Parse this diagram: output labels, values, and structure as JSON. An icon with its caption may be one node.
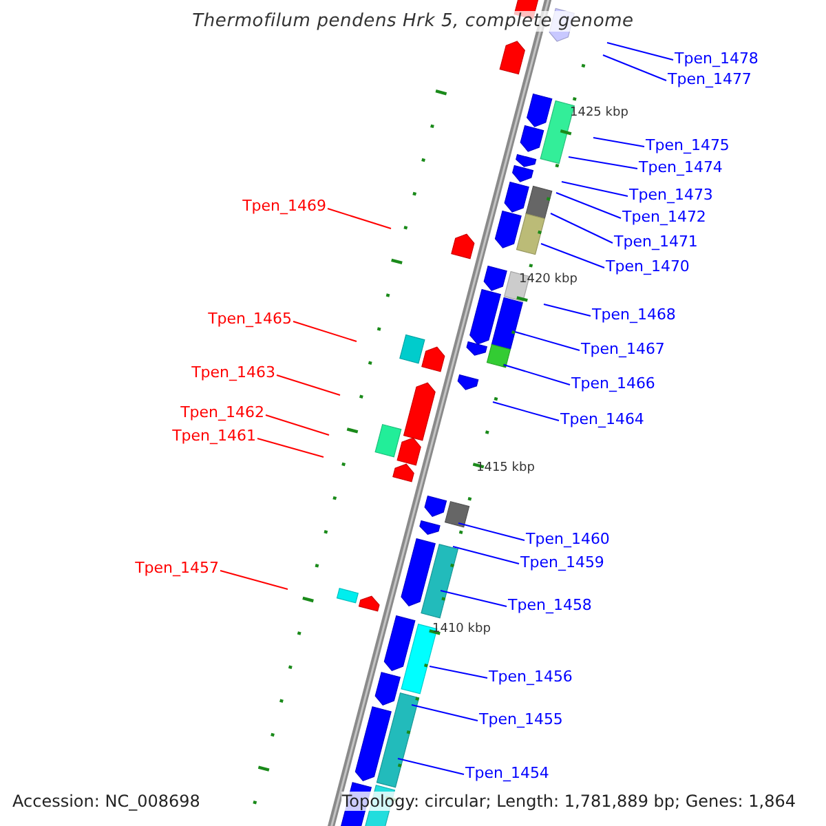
{
  "diagram": {
    "title": "Thermofilum pendens Hrk 5, complete genome",
    "nodes": [
      {
        "text": [
          "Tpen_1478"
        ]
      },
      {
        "text": [
          "Tpen_1477"
        ]
      },
      {
        "text": [
          "Tpen_1475"
        ]
      },
      {
        "text": [
          "Tpen_1474"
        ]
      },
      {
        "text": [
          "Tpen_1473"
        ]
      },
      {
        "text": [
          "Tpen_1469"
        ]
      },
      {
        "text": [
          "Tpen_1472"
        ]
      },
      {
        "text": [
          "Tpen_1471"
        ]
      },
      {
        "text": [
          "Tpen_1470"
        ]
      },
      {
        "text": [
          "Tpen_1468"
        ]
      },
      {
        "text": [
          "Tpen_1465"
        ]
      },
      {
        "text": [
          "Tpen_1467"
        ]
      },
      {
        "text": [
          "Tpen_1463"
        ]
      },
      {
        "text": [
          "Tpen_1466"
        ]
      },
      {
        "text": [
          "Tpen_1462"
        ]
      },
      {
        "text": [
          "Tpen_1464"
        ]
      },
      {
        "text": [
          "Tpen_1461"
        ]
      },
      {
        "text": [
          "Tpen_1460"
        ]
      },
      {
        "text": [
          "Tpen_1459"
        ]
      },
      {
        "text": [
          "Tpen_1457"
        ]
      },
      {
        "text": [
          "Tpen_1458"
        ]
      },
      {
        "text": [
          "Tpen_1456"
        ]
      },
      {
        "text": [
          "Tpen_1455"
        ]
      },
      {
        "text": [
          "Tpen_1454"
        ]
      }
    ],
    "edges": [
      {
        "from": 0,
        "to": null,
        "arrow": "none"
      },
      {
        "from": 1,
        "to": null,
        "arrow": "none"
      },
      {
        "from": 2,
        "to": null,
        "arrow": "none"
      },
      {
        "from": 3,
        "to": null,
        "arrow": "none"
      },
      {
        "from": 4,
        "to": null,
        "arrow": "none"
      },
      {
        "from": 5,
        "to": null,
        "arrow": "none",
        "color": "#ff0000"
      },
      {
        "from": 6,
        "to": null,
        "arrow": "none"
      },
      {
        "from": 7,
        "to": null,
        "arrow": "none"
      },
      {
        "from": 8,
        "to": null,
        "arrow": "none"
      },
      {
        "from": 9,
        "to": null,
        "arrow": "none"
      },
      {
        "from": 10,
        "to": null,
        "arrow": "none",
        "color": "#ff0000"
      },
      {
        "from": 11,
        "to": null,
        "arrow": "none"
      },
      {
        "from": 12,
        "to": null,
        "arrow": "none",
        "color": "#ff0000"
      },
      {
        "from": 13,
        "to": null,
        "arrow": "none"
      },
      {
        "from": 14,
        "to": null,
        "arrow": "none",
        "color": "#ff0000"
      },
      {
        "from": 15,
        "to": null,
        "arrow": "none"
      },
      {
        "from": 16,
        "to": null,
        "arrow": "none",
        "color": "#ff0000"
      },
      {
        "from": 17,
        "to": null,
        "arrow": "none"
      },
      {
        "from": 18,
        "to": null,
        "arrow": "none"
      },
      {
        "from": 19,
        "to": null,
        "arrow": "none",
        "color": "#ff0000"
      },
      {
        "from": 20,
        "to": null,
        "arrow": "none"
      },
      {
        "from": 21,
        "to": null,
        "arrow": "none"
      },
      {
        "from": 22,
        "to": null,
        "arrow": "none"
      },
      {
        "from": 23,
        "to": null,
        "arrow": "none"
      }
    ],
    "labels": [
      "1425 kbp",
      "1420 kbp",
      "1415 kbp",
      "1410 kbp",
      "Accession: NC_008698",
      "Topology: circular; Length: 1,781,889 bp; Genes: 1,864"
    ]
  }
}
